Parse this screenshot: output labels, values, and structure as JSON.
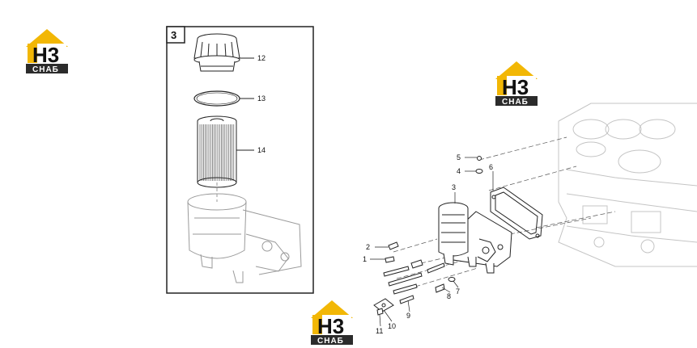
{
  "logo": {
    "mark": "H3",
    "sub": "СНАБ"
  },
  "inset": {
    "number": "3",
    "callouts": [
      "12",
      "13",
      "14"
    ]
  },
  "main": {
    "callouts": [
      "1",
      "2",
      "3",
      "4",
      "5",
      "6",
      "7",
      "8",
      "9",
      "10",
      "11"
    ]
  },
  "colors": {
    "logo_yellow": "#f2b705",
    "logo_dark": "#2b2b2b",
    "line": "#222222",
    "ghost": "#bcbcbc"
  }
}
